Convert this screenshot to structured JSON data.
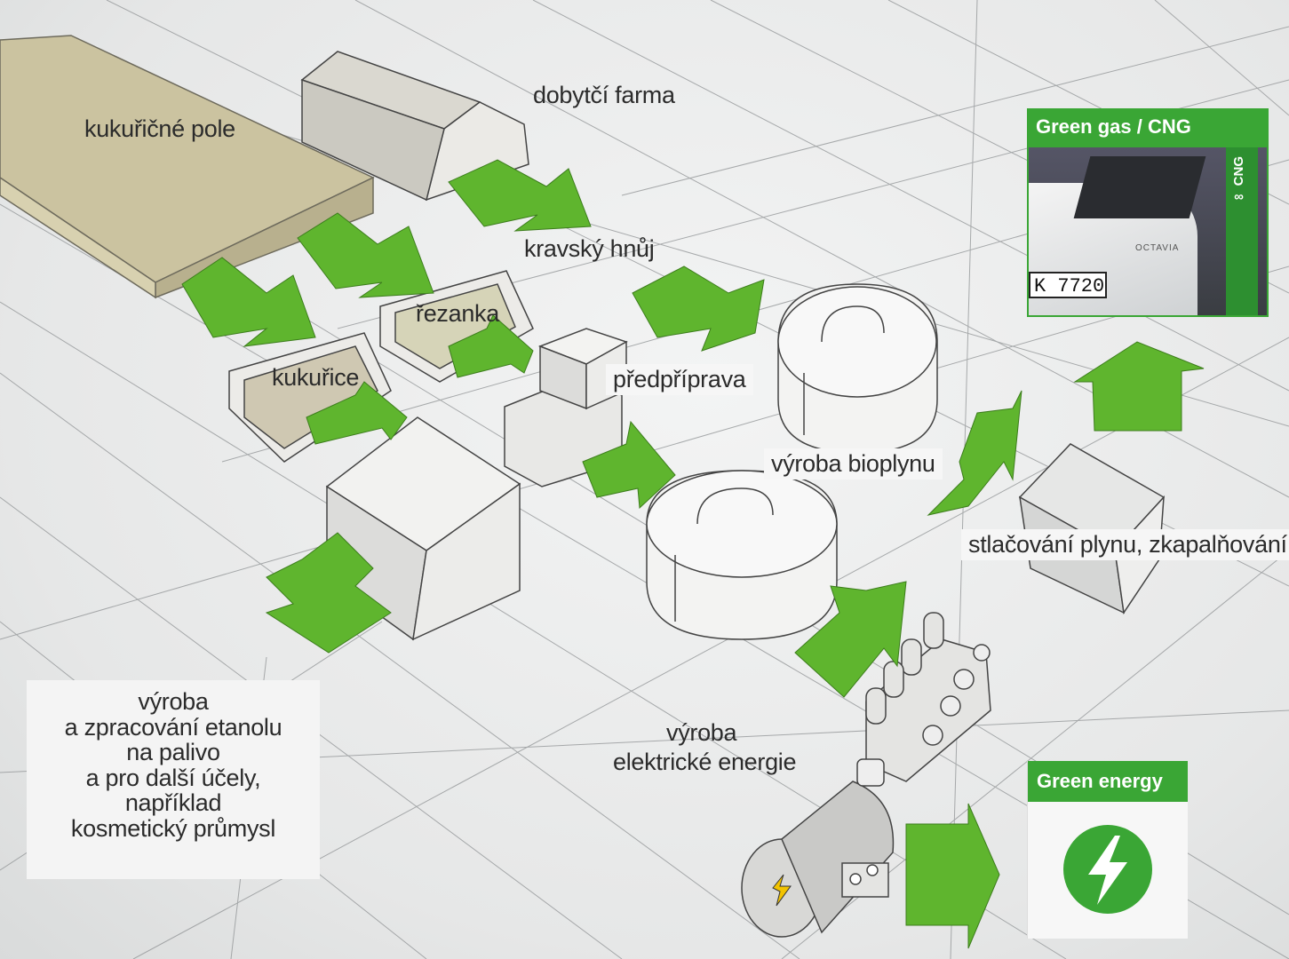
{
  "labels": {
    "corn_field": "kukuřičné pole",
    "cattle_farm": "dobytčí farma",
    "cow_manure": "kravský hnůj",
    "chaff": "řezanka",
    "corn": "kukuřice",
    "pretreatment": "předpříprava",
    "biogas_production": "výroba bioplynu",
    "gas_compression": "stlačování plynu, zkapalňování",
    "electricity_production": [
      "výroba",
      "elektrické energie"
    ],
    "ethanol": [
      "výroba",
      "a zpracování etanolu",
      "na palivo",
      "a pro další účely,",
      "například",
      "kosmetický průmysl"
    ]
  },
  "cng_card": {
    "title": "Green gas / CNG",
    "plate": "K 7720",
    "car_model": "OCTAVIA",
    "pump_text": "∞ CNG"
  },
  "energy_card": {
    "title": "Green energy",
    "icon": "lightning-bolt-icon"
  },
  "colors": {
    "arrow_green": "#5fb52e",
    "card_green": "#3aa635",
    "field_tan": "#cbc3a0",
    "line_gray": "#8a8c8e"
  }
}
